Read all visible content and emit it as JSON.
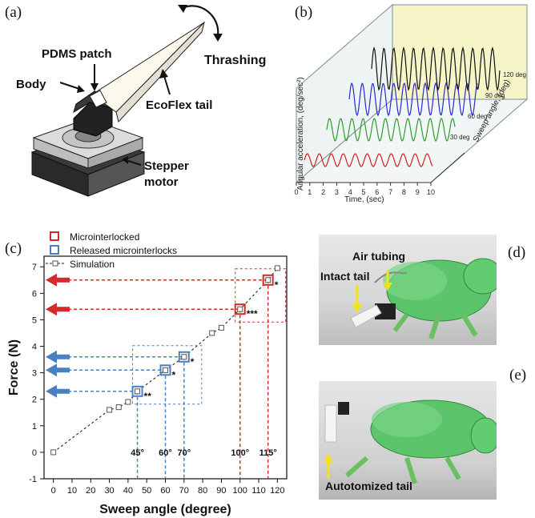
{
  "panels": {
    "a": {
      "tag": "(a)",
      "labels": {
        "pdms": "PDMS patch",
        "body": "Body",
        "thrashing": "Thrashing",
        "ecoflex": "EcoFlex tail",
        "stepper1": "Stepper",
        "stepper2": "motor"
      }
    },
    "b": {
      "tag": "(b)",
      "ylabel": "Angular acceleration, (deg/sec²)",
      "xlabel": "Time, (sec)",
      "zlabel": "Sweep angle, (deg)",
      "xticks": [
        "0",
        "1",
        "2",
        "3",
        "4",
        "5",
        "6",
        "7",
        "8",
        "9",
        "10"
      ],
      "zticks": [
        "30 deg",
        "60 deg",
        "90 deg",
        "120 deg"
      ],
      "wave_colors": [
        "#d42020",
        "#2aa02a",
        "#2a2ad0",
        "#111111"
      ]
    },
    "c": {
      "tag": "(c)"
    },
    "d": {
      "tag": "(d)",
      "labels": {
        "air": "Air tubing",
        "intact": "Intact tail"
      }
    },
    "e": {
      "tag": "(e)",
      "labels": {
        "auto": "Autotomized tail"
      }
    }
  },
  "chart_data": {
    "type": "scatter",
    "xlabel": "Sweep angle (degree)",
    "ylabel": "Force (N)",
    "xlim": [
      -5,
      125
    ],
    "ylim": [
      -1,
      7.4
    ],
    "xticks": [
      0,
      10,
      20,
      30,
      40,
      50,
      60,
      70,
      80,
      90,
      100,
      110,
      120
    ],
    "yticks": [
      -1,
      0,
      1,
      2,
      3,
      4,
      5,
      6,
      7
    ],
    "legend_position": "top-left",
    "series": [
      {
        "name": "Microinterlocked",
        "color": "#d42a2a",
        "x": [
          100,
          115
        ],
        "y": [
          5.4,
          6.5
        ],
        "markers": [
          "***",
          "*"
        ]
      },
      {
        "name": "Released microinterlocks",
        "color": "#4a7fc0",
        "x": [
          45,
          60,
          70
        ],
        "y": [
          2.3,
          3.1,
          3.6
        ],
        "markers": [
          "**",
          "*",
          "*"
        ]
      },
      {
        "name": "Simulation",
        "color": "#222222",
        "x": [
          0,
          30,
          35,
          40,
          45,
          60,
          70,
          85,
          90,
          100,
          115,
          120
        ],
        "y": [
          0,
          1.6,
          1.7,
          1.9,
          2.3,
          3.1,
          3.6,
          4.5,
          4.7,
          5.4,
          6.5,
          6.95
        ]
      }
    ],
    "annotations": [
      "45°",
      "60°",
      "70°",
      "100°",
      "115°"
    ]
  }
}
